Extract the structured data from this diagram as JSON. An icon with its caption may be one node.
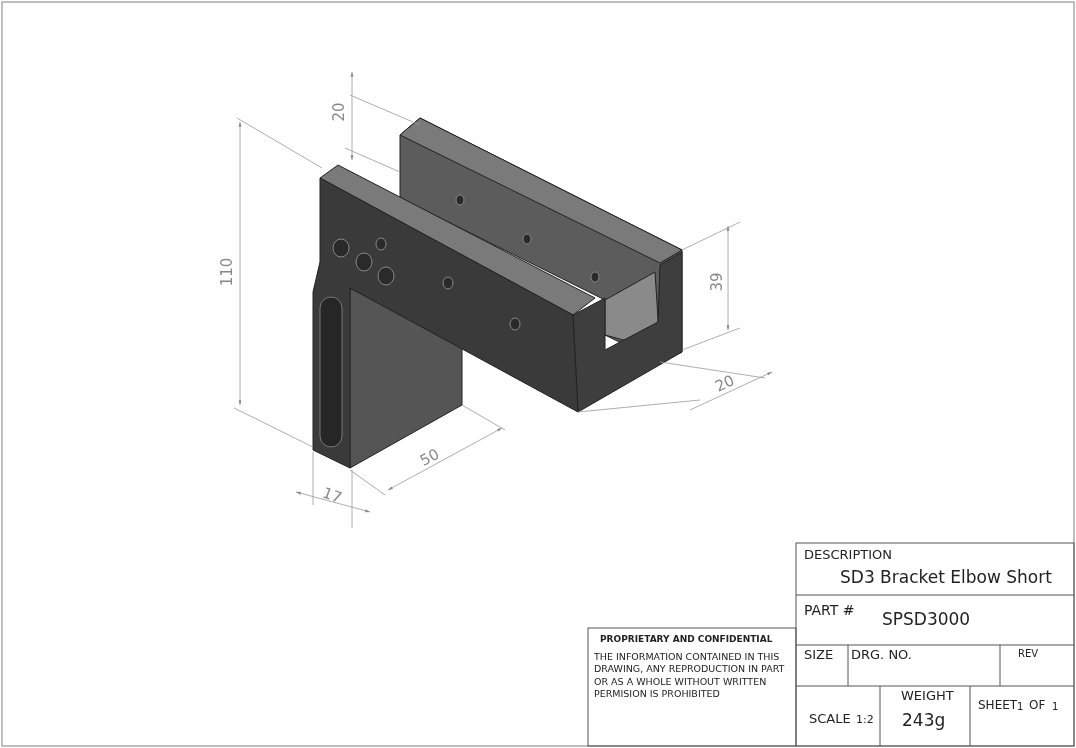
{
  "diagram": {
    "labels": [
      "20",
      "110",
      "39",
      "20",
      "50",
      "17",
      "DESCRIPTION",
      "SD3 Bracket Elbow Short",
      "PART #",
      "SPSD3000",
      "PROPRIETARY AND CONFIDENTIAL",
      "THE INFORMATION CONTAINED IN THIS DRAWING, ANY REPRODUCTION IN PART OR AS A WHOLE WITHOUT WRITTEN PERMISION IS PROHIBITED",
      "SIZE",
      "DRG. NO.",
      "REV",
      "WEIGHT",
      "SCALE",
      "1:2",
      "243g",
      "SHEET",
      "1",
      "OF",
      "1"
    ]
  }
}
